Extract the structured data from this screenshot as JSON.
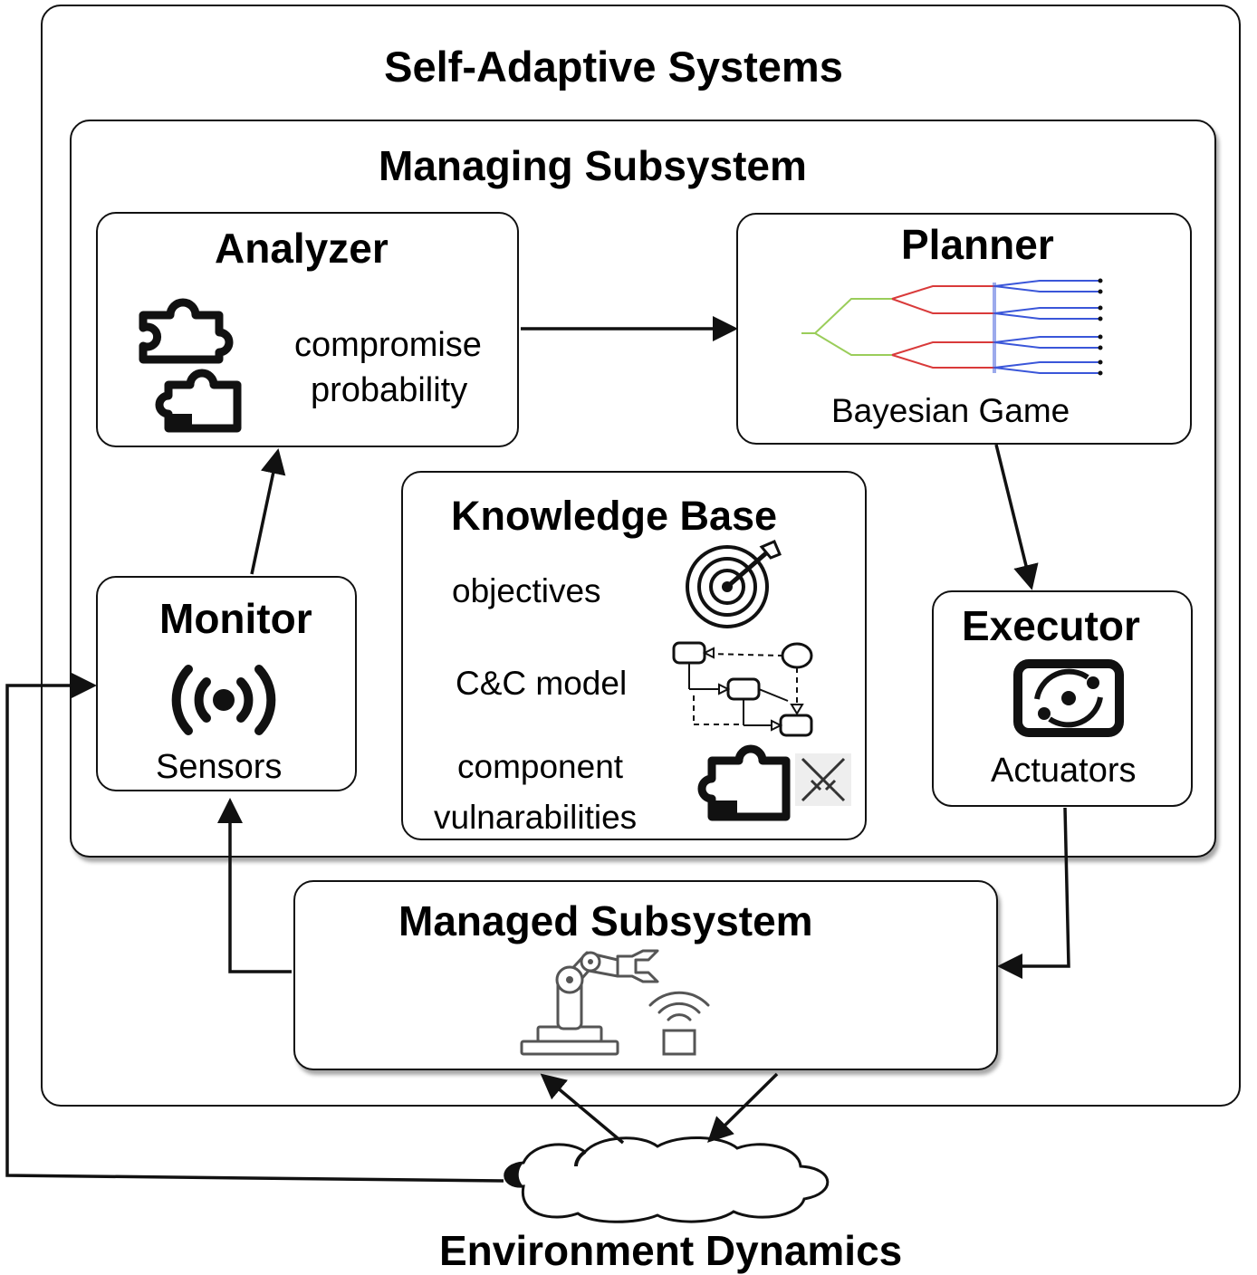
{
  "title": "Self-Adaptive Systems",
  "managing": {
    "title": "Managing Subsystem",
    "analyzer": {
      "title": "Analyzer",
      "caption_line1": "compromise",
      "caption_line2": "probability"
    },
    "planner": {
      "title": "Planner",
      "caption": "Bayesian Game"
    },
    "knowledge_base": {
      "title": "Knowledge Base",
      "items": [
        "objectives",
        "C&C model",
        "component",
        "vulnarabilities"
      ]
    },
    "monitor": {
      "title": "Monitor",
      "caption": "Sensors"
    },
    "executor": {
      "title": "Executor",
      "caption": "Actuators"
    }
  },
  "managed": {
    "title": "Managed Subsystem"
  },
  "environment": {
    "title": "Environment Dynamics"
  },
  "colors": {
    "tree_root": "#9acd5a",
    "tree_mid": "#d93a3a",
    "tree_leaf": "#3a56d9",
    "stroke": "#111111"
  },
  "icons": [
    "puzzle-icon",
    "game-tree-icon",
    "target-icon",
    "cc-model-icon",
    "swords-icon",
    "broadcast-icon",
    "actuator-icon",
    "robot-arm-icon",
    "wireless-device-icon",
    "cloud-icon"
  ]
}
